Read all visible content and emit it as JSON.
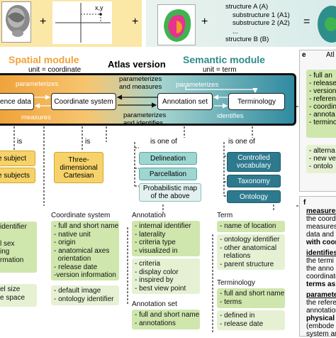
{
  "top_formula": {
    "plus1": "+",
    "plus2": "+",
    "plus3": "+",
    "equals": "=",
    "xy_label": "x,y",
    "structures": [
      "structure A (A)",
      "substructure 1 (A1)",
      "substructure 2 (A2)",
      "...",
      "structure B (B)"
    ]
  },
  "modules": {
    "spatial_title": "Spatial module",
    "spatial_unit": "unit = coordinate",
    "atlas_version": "Atlas version",
    "semantic_title": "Semantic module",
    "semantic_unit": "unit = term"
  },
  "main_row": {
    "reference_data": "ence data",
    "coordinate_system": "Coordinate system",
    "annotation_set": "Annotation set",
    "terminology": "Terminology",
    "parameterizes1": "parameterizes",
    "measures1": "measures",
    "param_and_measures": "parameterizes\nand measures",
    "parameterizes2": "parameterizes",
    "param_and_identifies": "parameterizes\nand identifies",
    "identifies": "identifies"
  },
  "is_labels": {
    "is1": "is",
    "is2": "is",
    "is_one_of1": "is one of",
    "is_one_of2": "is one of"
  },
  "yellow_boxes": {
    "subject": "e subject",
    "subjects": "e subjects",
    "cartesian": "Three-\ndimensional\nCartesian"
  },
  "teal_boxes": {
    "delineation": "Delineation",
    "parcellation": "Parcellation",
    "probabilistic": "Probabilistic map\nof the above",
    "controlled_vocab": "Controlled\nvocabulary",
    "taxonomy": "Taxonomy",
    "ontology": "Ontology"
  },
  "left_partial_list": [
    "identifier",
    "l sex",
    "ing",
    "rmation",
    "el size",
    "e space"
  ],
  "coordinate_system_card": {
    "title": "Coordinate system",
    "dark_items": [
      "- full and short name",
      "- native unit",
      "- origin",
      "- anatomical axes",
      "  orientation",
      "- release date",
      "-version information"
    ],
    "light_items": [
      "- default image",
      "- ontology identifier"
    ]
  },
  "annotation_card": {
    "title": "Annotation",
    "dark_items": [
      "- internal identifier",
      "- laterality",
      "- criteria type",
      "- visualized in"
    ],
    "light_items": [
      "- criteria",
      "- display color",
      "- inspired by",
      "- best view point"
    ]
  },
  "annotation_set_card": {
    "title": "Annotation set",
    "dark_items": [
      "- full and short name",
      "- annotations"
    ]
  },
  "term_card": {
    "title": "Term",
    "dark_items": [
      "- name of location"
    ],
    "light_items": [
      "- ontology identifier",
      "- other anatomical",
      "  relations",
      "- parent structure"
    ]
  },
  "terminology_card": {
    "title": "Terminology",
    "dark_items": [
      "- full and short name",
      "- terms"
    ],
    "light_items": [
      "- defined in",
      "- release date"
    ]
  },
  "panel_e": {
    "letter": "e",
    "title": "Atl",
    "dark_items": [
      "- full an",
      "- release",
      "- version",
      "- referen",
      "- coordin",
      "- annota",
      "- termino"
    ],
    "light_items": [
      "- alterna",
      "- new ve",
      "- ontolo"
    ]
  },
  "panel_f": {
    "letter": "f",
    "lines": [
      "measures",
      "the coord",
      "measures",
      "data and",
      "with coor",
      "identifies",
      "the termi",
      "the anno",
      "coordinate",
      "terms as",
      "paramete",
      "the refere",
      "annotation",
      "physical",
      "(embode",
      "system an"
    ]
  },
  "colors": {
    "spatial": "#f0a23a",
    "semantic": "#2e8b8b",
    "yellow": "#f6d36a",
    "teal_light": "#9fd6d2",
    "teal_dark": "#2d7a8f",
    "green_dark": "#cfe6ad",
    "green_light": "#e6f1d4"
  }
}
